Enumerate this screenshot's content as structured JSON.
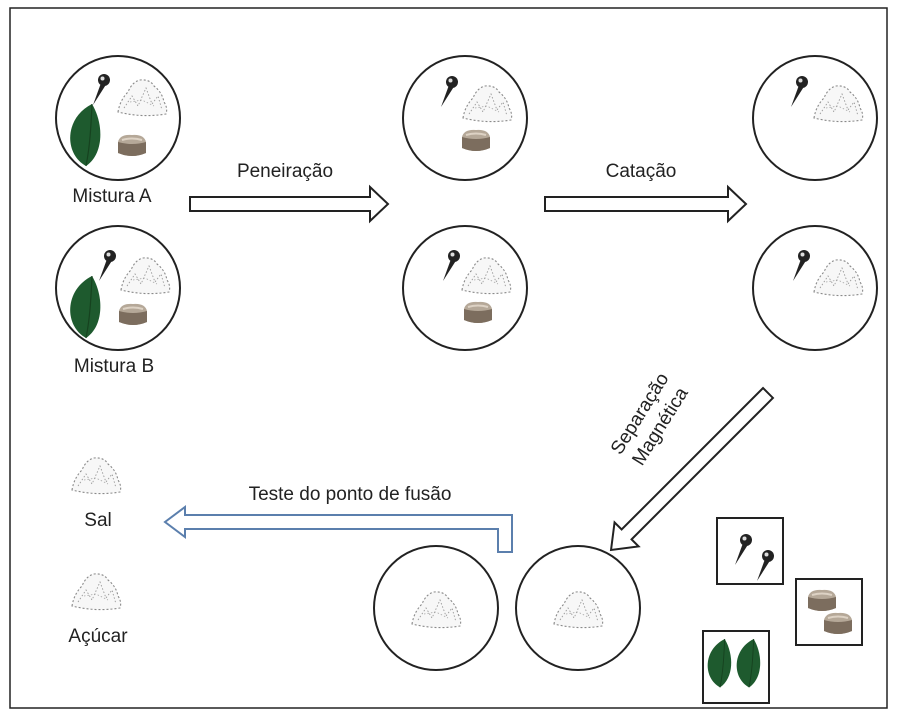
{
  "labels": {
    "mixture_a": "Mistura A",
    "mixture_b": "Mistura B",
    "step_sieving": "Peneiração",
    "step_picking": "Catação",
    "step_magnetic_line1": "Separação",
    "step_magnetic_line2": "Magnética",
    "step_melting_point": "Teste do ponto de fusão",
    "salt": "Sal",
    "sugar": "Açúcar"
  },
  "colors": {
    "frame": "#222222",
    "arrow_outline": "#222222",
    "melting_arrow_outline": "#5b7fad",
    "leaf": "#1e5a2e",
    "stone": "#9a8b7c",
    "nail": "#222222",
    "crystal_pile": "#888888"
  },
  "icons": [
    "nail-icon",
    "crystal-pile-icon",
    "leaf-icon",
    "stone-icon"
  ]
}
